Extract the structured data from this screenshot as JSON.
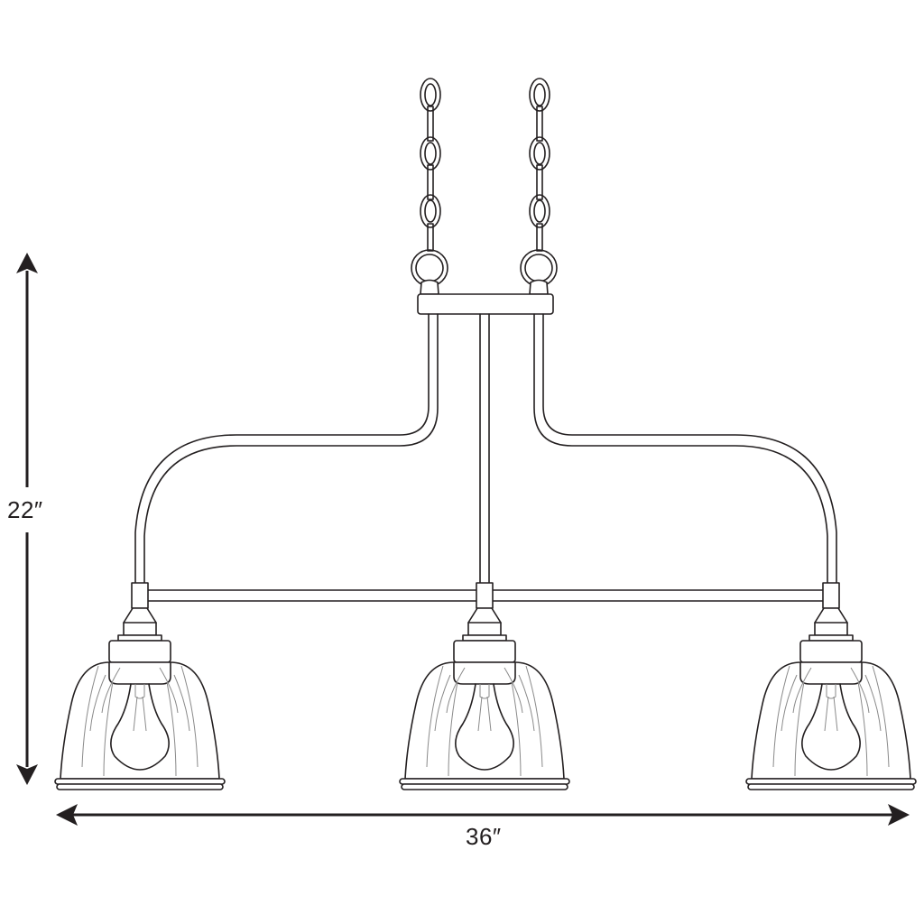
{
  "diagram": {
    "subject": "Three-light linear chandelier with clear glass bell shades and chain suspension",
    "dimensions": {
      "height_label": "22″",
      "width_label": "36″"
    },
    "components": {
      "chains": 2,
      "shades": 3,
      "bulbs": 3
    },
    "colors": {
      "line": "#231f20",
      "detail_line": "#8a8a8a",
      "background": "#ffffff"
    }
  }
}
